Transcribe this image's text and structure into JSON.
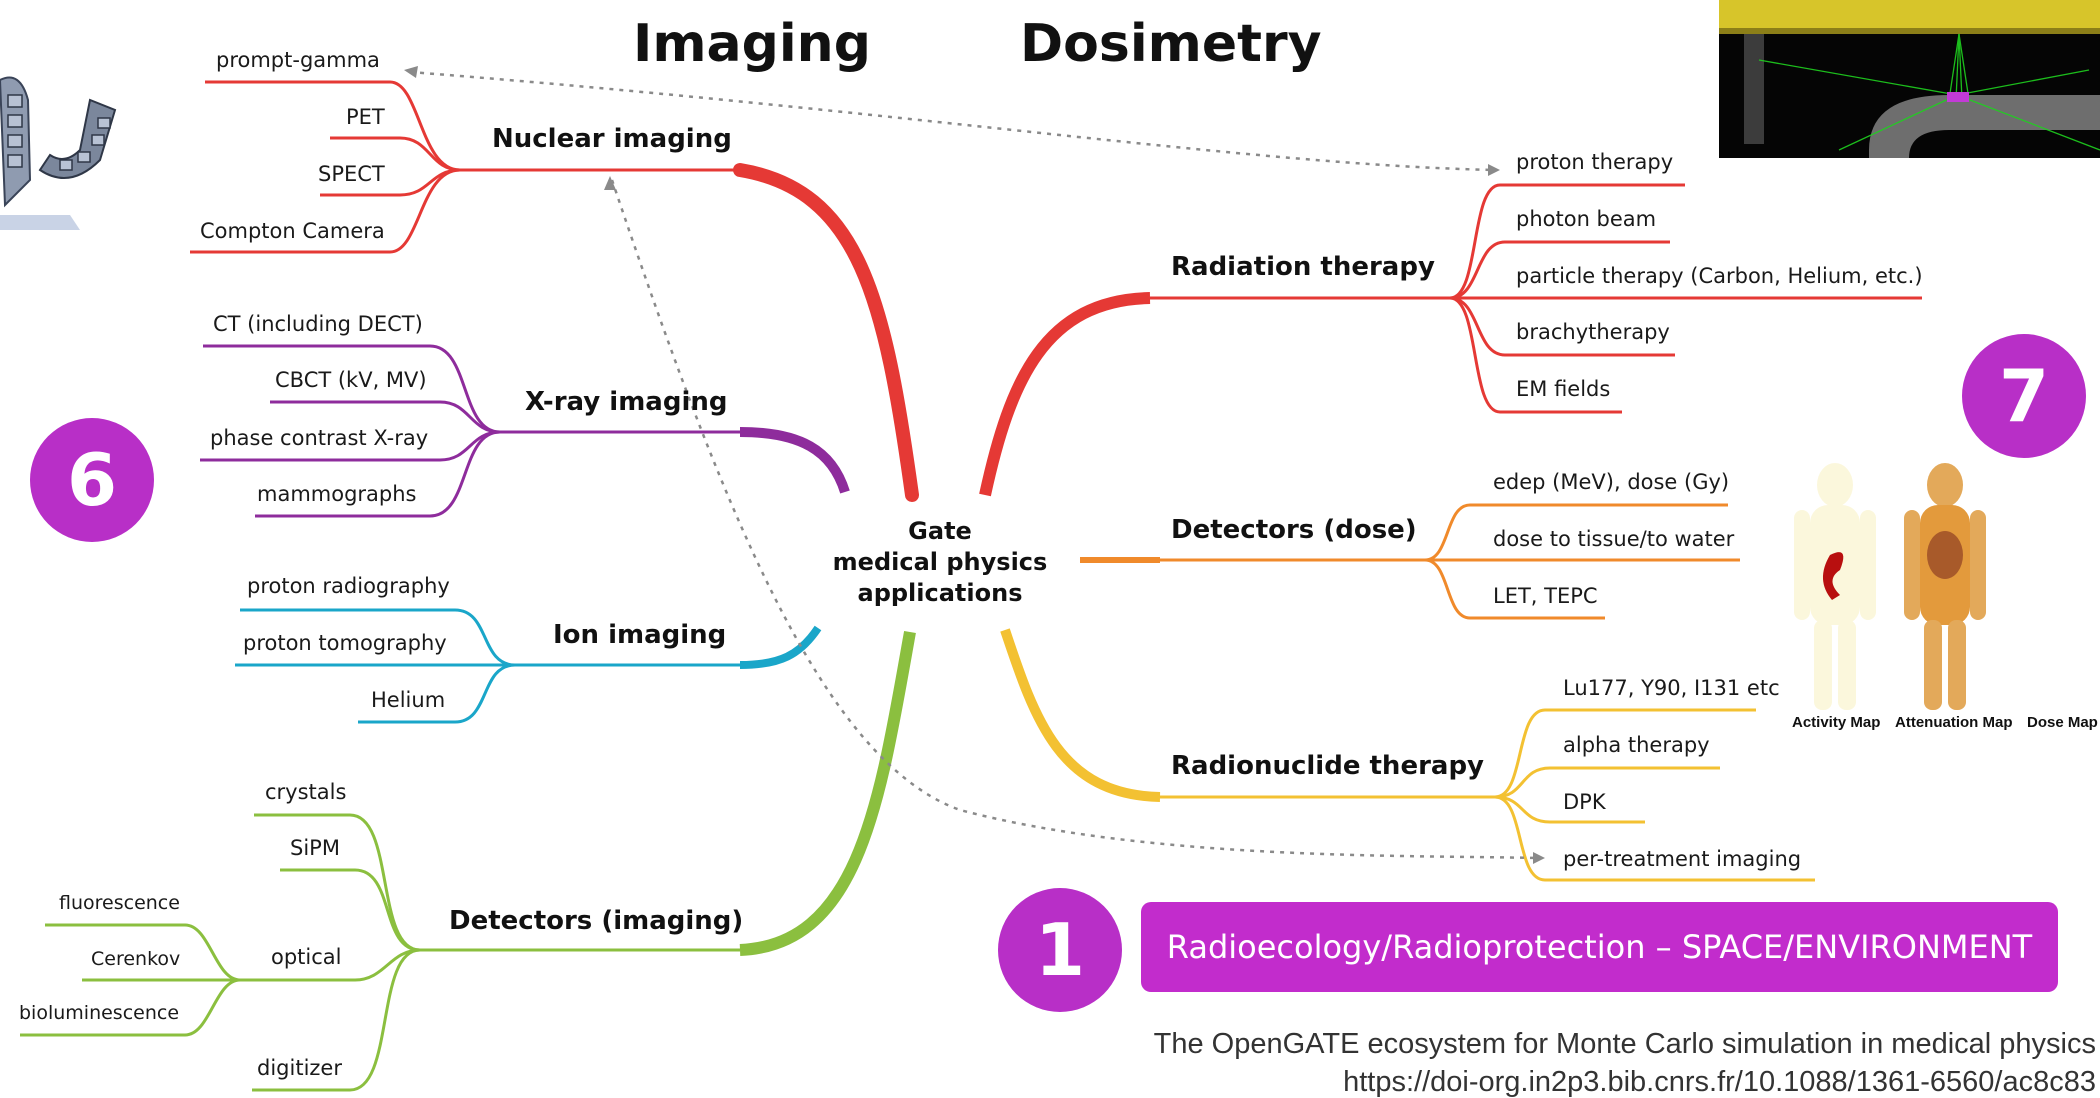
{
  "titles": {
    "imaging": "Imaging",
    "dosimetry": "Dosimetry"
  },
  "center": {
    "line1": "Gate",
    "line2": "medical physics",
    "line3": "applications"
  },
  "nuclear_imaging": {
    "label": "Nuclear imaging",
    "color": "#e53935",
    "items": [
      "prompt-gamma",
      "PET",
      "SPECT",
      "Compton Camera"
    ]
  },
  "xray_imaging": {
    "label": "X-ray imaging",
    "color": "#8e2c9c",
    "items": [
      "CT (including DECT)",
      "CBCT (kV, MV)",
      "phase contrast X-ray",
      "mammographs"
    ]
  },
  "ion_imaging": {
    "label": "Ion imaging",
    "color": "#1aa6c9",
    "items": [
      "proton radiography",
      "proton tomography",
      "Helium"
    ]
  },
  "detectors_imaging": {
    "label": "Detectors (imaging)",
    "color": "#8bbf3f",
    "items": [
      "crystals",
      "SiPM",
      "optical",
      "digitizer"
    ],
    "optical_items": [
      "fluorescence",
      "Cerenkov",
      "bioluminescence"
    ]
  },
  "radiation_therapy": {
    "label": "Radiation therapy",
    "color": "#e53935",
    "items": [
      "proton therapy",
      "photon beam",
      "particle therapy (Carbon, Helium, etc.)",
      "brachytherapy",
      "EM fields"
    ]
  },
  "detectors_dose": {
    "label": "Detectors (dose)",
    "color": "#f08a2b",
    "items": [
      "edep (MeV), dose (Gy)",
      "dose to tissue/to water",
      "LET, TEPC"
    ]
  },
  "radionuclide_therapy": {
    "label": "Radionuclide therapy",
    "color": "#f3c132",
    "items": [
      "Lu177, Y90, I131 etc",
      "alpha therapy",
      "DPK",
      "per-treatment imaging"
    ]
  },
  "badges": {
    "six": "6",
    "seven": "7",
    "one": "1"
  },
  "banner": "Radioecology/Radioprotection – SPACE/ENVIRONMENT",
  "caption": {
    "line1": "The OpenGATE ecosystem for Monte Carlo simulation in medical physics",
    "line2": "https://doi-org.in2p3.bib.cnrs.fr/10.1088/1361-6560/ac8c83"
  },
  "maps": {
    "activity": "Activity Map",
    "attenuation": "Attenuation Map",
    "dose": "Dose Map"
  },
  "colors": {
    "badge": "#b82fc7",
    "banner": "#c22ccc"
  }
}
